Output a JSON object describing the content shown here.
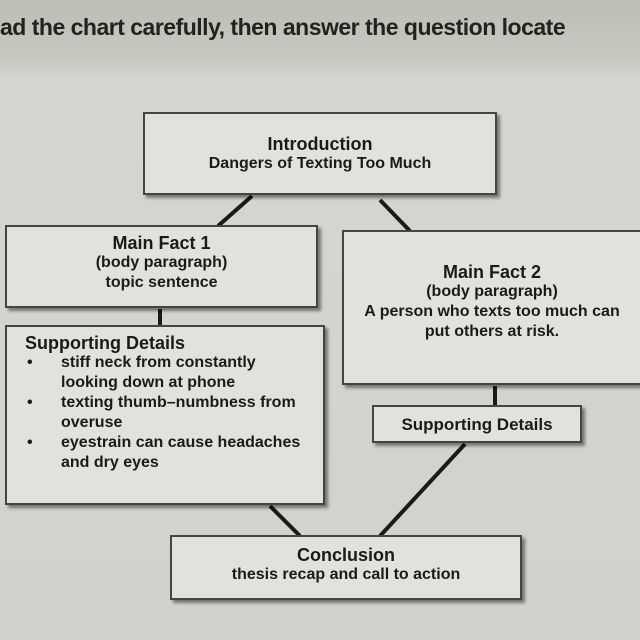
{
  "instruction": "ad the chart carefully, then answer the question locate",
  "introduction": {
    "title": "Introduction",
    "text": "Dangers of Texting Too Much"
  },
  "main_fact_1": {
    "title": "Main Fact 1",
    "line1": "(body paragraph)",
    "line2": "topic sentence"
  },
  "supporting_details_1": {
    "title": "Supporting Details",
    "items": [
      "stiff neck from constantly looking down at phone",
      "texting thumb–numbness from overuse",
      "eyestrain can cause headaches and dry eyes"
    ]
  },
  "main_fact_2": {
    "title": "Main Fact 2",
    "line1": "(body paragraph)",
    "line2": "A person who texts too much can put others at risk."
  },
  "supporting_details_2": {
    "title": "Supporting Details"
  },
  "conclusion": {
    "title": "Conclusion",
    "text": "thesis recap and call to action"
  }
}
